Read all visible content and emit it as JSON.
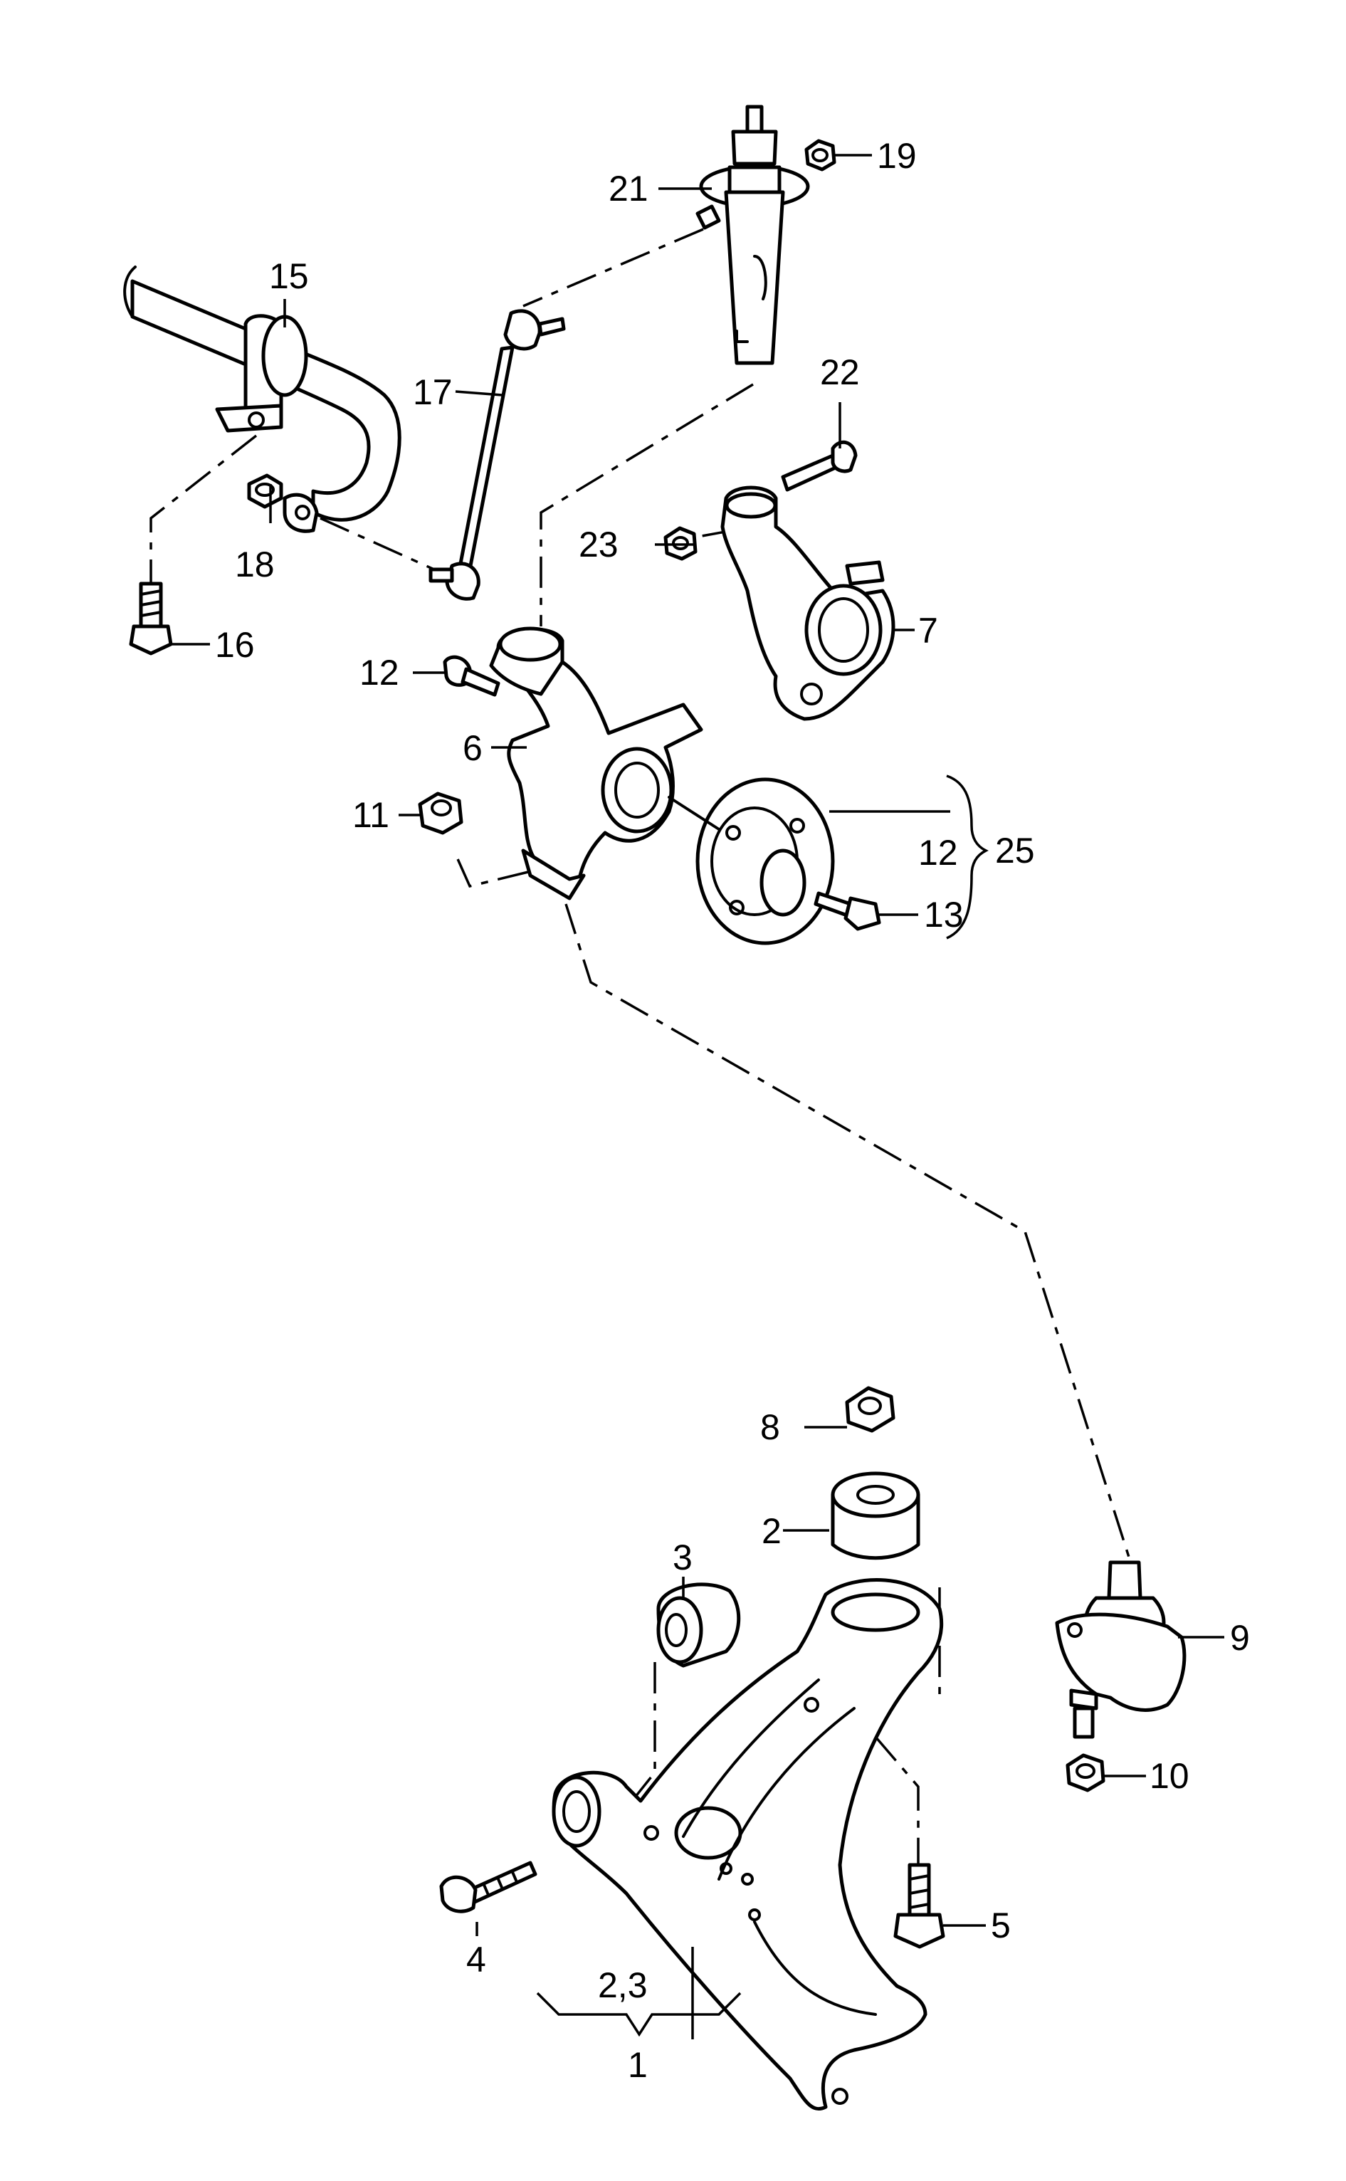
{
  "callouts": [
    {
      "id": "c1",
      "text": "1"
    },
    {
      "id": "c23",
      "text": "2,3"
    },
    {
      "id": "c2",
      "text": "2"
    },
    {
      "id": "c3",
      "text": "3"
    },
    {
      "id": "c4",
      "text": "4"
    },
    {
      "id": "c5",
      "text": "5"
    },
    {
      "id": "c6",
      "text": "6"
    },
    {
      "id": "c7",
      "text": "7"
    },
    {
      "id": "c8",
      "text": "8"
    },
    {
      "id": "c9",
      "text": "9"
    },
    {
      "id": "c10",
      "text": "10"
    },
    {
      "id": "c11",
      "text": "11"
    },
    {
      "id": "c12a",
      "text": "12"
    },
    {
      "id": "c12b",
      "text": "12"
    },
    {
      "id": "c13",
      "text": "13"
    },
    {
      "id": "c15",
      "text": "15"
    },
    {
      "id": "c16",
      "text": "16"
    },
    {
      "id": "c17",
      "text": "17"
    },
    {
      "id": "c18",
      "text": "18"
    },
    {
      "id": "c19",
      "text": "19"
    },
    {
      "id": "c21",
      "text": "21"
    },
    {
      "id": "c22",
      "text": "22"
    },
    {
      "id": "c23b",
      "text": "23"
    },
    {
      "id": "c25",
      "text": "25"
    }
  ]
}
